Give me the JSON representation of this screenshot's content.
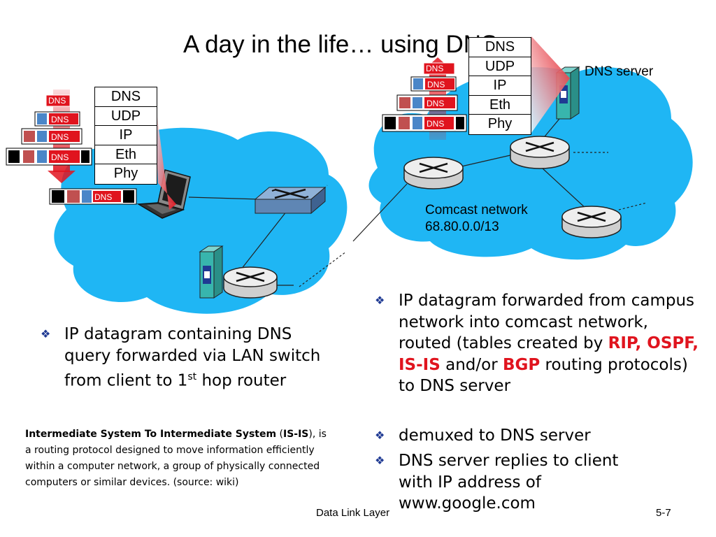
{
  "title": "A day in the life… using DNS",
  "stack_layers": [
    "DNS",
    "UDP",
    "IP",
    "Eth",
    "Phy"
  ],
  "packet_label": "DNS",
  "dns_server_label": "DNS server",
  "comcast": {
    "line1": "Comcast network",
    "line2": "68.80.0.0/13"
  },
  "left_bullet": {
    "line1": "IP datagram containing DNS",
    "line2": "query forwarded via LAN switch",
    "line3_pre": "from client to 1",
    "line3_sup": "st",
    "line3_post": " hop router"
  },
  "right_bullets": {
    "b1_line1": "IP datagram forwarded from campus",
    "b1_line2": "network into comcast network,",
    "b1_line3_pre": "routed (tables created by ",
    "b1_red1": "RIP, OSPF,",
    "b1_red2": "IS-IS",
    "b1_mid": " and/or ",
    "b1_red3": "BGP",
    "b1_post": " routing protocols)",
    "b1_line5": "to DNS server",
    "b2": "demuxed to DNS server",
    "b3_line1": "DNS server replies to client",
    "b3_line2": "with IP address of",
    "b3_line3": "www.google.com"
  },
  "note": {
    "bold1": "Intermediate System To Intermediate System",
    "paren_open": " (",
    "bold2": "IS-IS",
    "paren_close": "), is",
    "line2": "a routing protocol designed to move information efficiently",
    "line3": "within a computer network, a group of physically connected",
    "line4": "computers or similar devices. (source: wiki)"
  },
  "footer": {
    "center": "Data Link Layer",
    "page": "5-7"
  },
  "colors": {
    "cloud": "#1fb6f4",
    "packet_red": "#e0141e",
    "bullet_mark": "#1f3a93",
    "router": "#e6e6e6",
    "switch": "#5f86b4",
    "server": "#38b5ad"
  }
}
